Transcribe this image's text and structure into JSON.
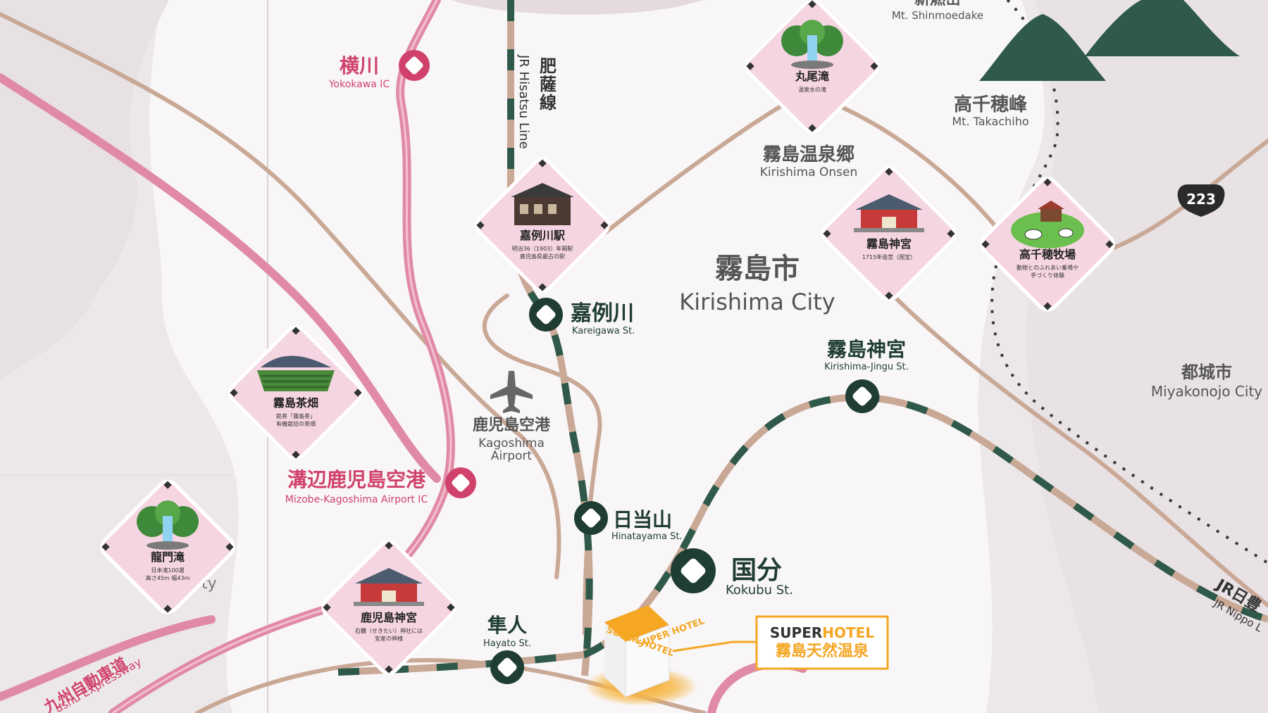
{
  "colors": {
    "background": "#f2eff0",
    "expressway": "#e08aa5",
    "jr_line_dark": "#2f5a4a",
    "jr_line_light": "#c9a896",
    "station": "#1f3d32",
    "ic": "#d0426b",
    "hotel_orange": "#f5a623",
    "card_pink": "#f6d5e2",
    "mountain": "#2f5a4a"
  },
  "mountains": {
    "shinmoedake_jp": "新燃岳",
    "shinmoedake_en": "Mt. Shinmoedake",
    "takachiho_jp": "高千穂峰",
    "takachiho_en": "Mt. Takachiho"
  },
  "areas": {
    "kirishima_city_jp": "霧島市",
    "kirishima_city_en": "Kirishima City",
    "kirishima_onsen_jp": "霧島温泉郷",
    "kirishima_onsen_en": "Kirishima Onsen",
    "miyakonojo_jp": "都城市",
    "miyakonojo_en": "Miyakonojo City",
    "partial_city_en": "ty"
  },
  "route_shield": "223",
  "lines": {
    "hisatsu_en": "JR Hisatsu Line",
    "hisatsu_jp": "JR肥薩線",
    "nippo_jp": "JR日豊",
    "nippo_en": "JR Nippo L",
    "expressway_jp": "九州自動車道",
    "expressway_en": "ushu Expressway"
  },
  "ics": [
    {
      "jp": "横川",
      "en": "Yokokawa IC"
    },
    {
      "jp": "溝辺鹿児島空港",
      "en": "Mizobe-Kagoshima Airport IC"
    }
  ],
  "airport": {
    "jp": "鹿児島空港",
    "en_line1": "Kagoshima",
    "en_line2": "Airport",
    "icon": "airplane-icon"
  },
  "stations": [
    {
      "jp": "嘉例川",
      "en": "Kareigawa St."
    },
    {
      "jp": "霧島神宮",
      "en": "Kirishima-Jingu St."
    },
    {
      "jp": "日当山",
      "en": "Hinatayama St."
    },
    {
      "jp": "国分",
      "en": "Kokubu St."
    },
    {
      "jp": "隼人",
      "en": "Hayato St."
    }
  ],
  "cards": [
    {
      "id": "maruo",
      "title": "丸尾滝",
      "desc1": "温泉水の滝",
      "desc2": "",
      "icon": "waterfall-icon"
    },
    {
      "id": "kareigawa",
      "title": "嘉例川駅",
      "desc1": "明治36（1903）年開駅",
      "desc2": "鹿児島県最古の駅",
      "icon": "station-building-icon"
    },
    {
      "id": "jingu",
      "title": "霧島神宮",
      "desc1": "1715年造営（国宝）",
      "desc2": "",
      "icon": "shrine-icon"
    },
    {
      "id": "bokujo",
      "title": "高千穂牧場",
      "desc1": "動物とのふれあい乗場や",
      "desc2": "手づくり体験",
      "icon": "cow-farm-icon"
    },
    {
      "id": "chabatake",
      "title": "霧島茶畑",
      "desc1": "銘茶「霧島茶」",
      "desc2": "有機栽培の茶畑",
      "icon": "tea-field-icon"
    },
    {
      "id": "ryumon",
      "title": "龍門滝",
      "desc1": "日本滝100選",
      "desc2": "高さ45m 幅43m",
      "icon": "waterfall-icon"
    },
    {
      "id": "kagoshima",
      "title": "鹿児島神宮",
      "desc1": "石體（せきたい）神社には",
      "desc2": "安産の神様",
      "icon": "shrine-icon"
    }
  ],
  "hotel": {
    "cube_text": "SUPER HOTEL",
    "label_brand_a": "SUPER",
    "label_brand_b": "HOTEL",
    "label_name": "霧島天然温泉"
  }
}
